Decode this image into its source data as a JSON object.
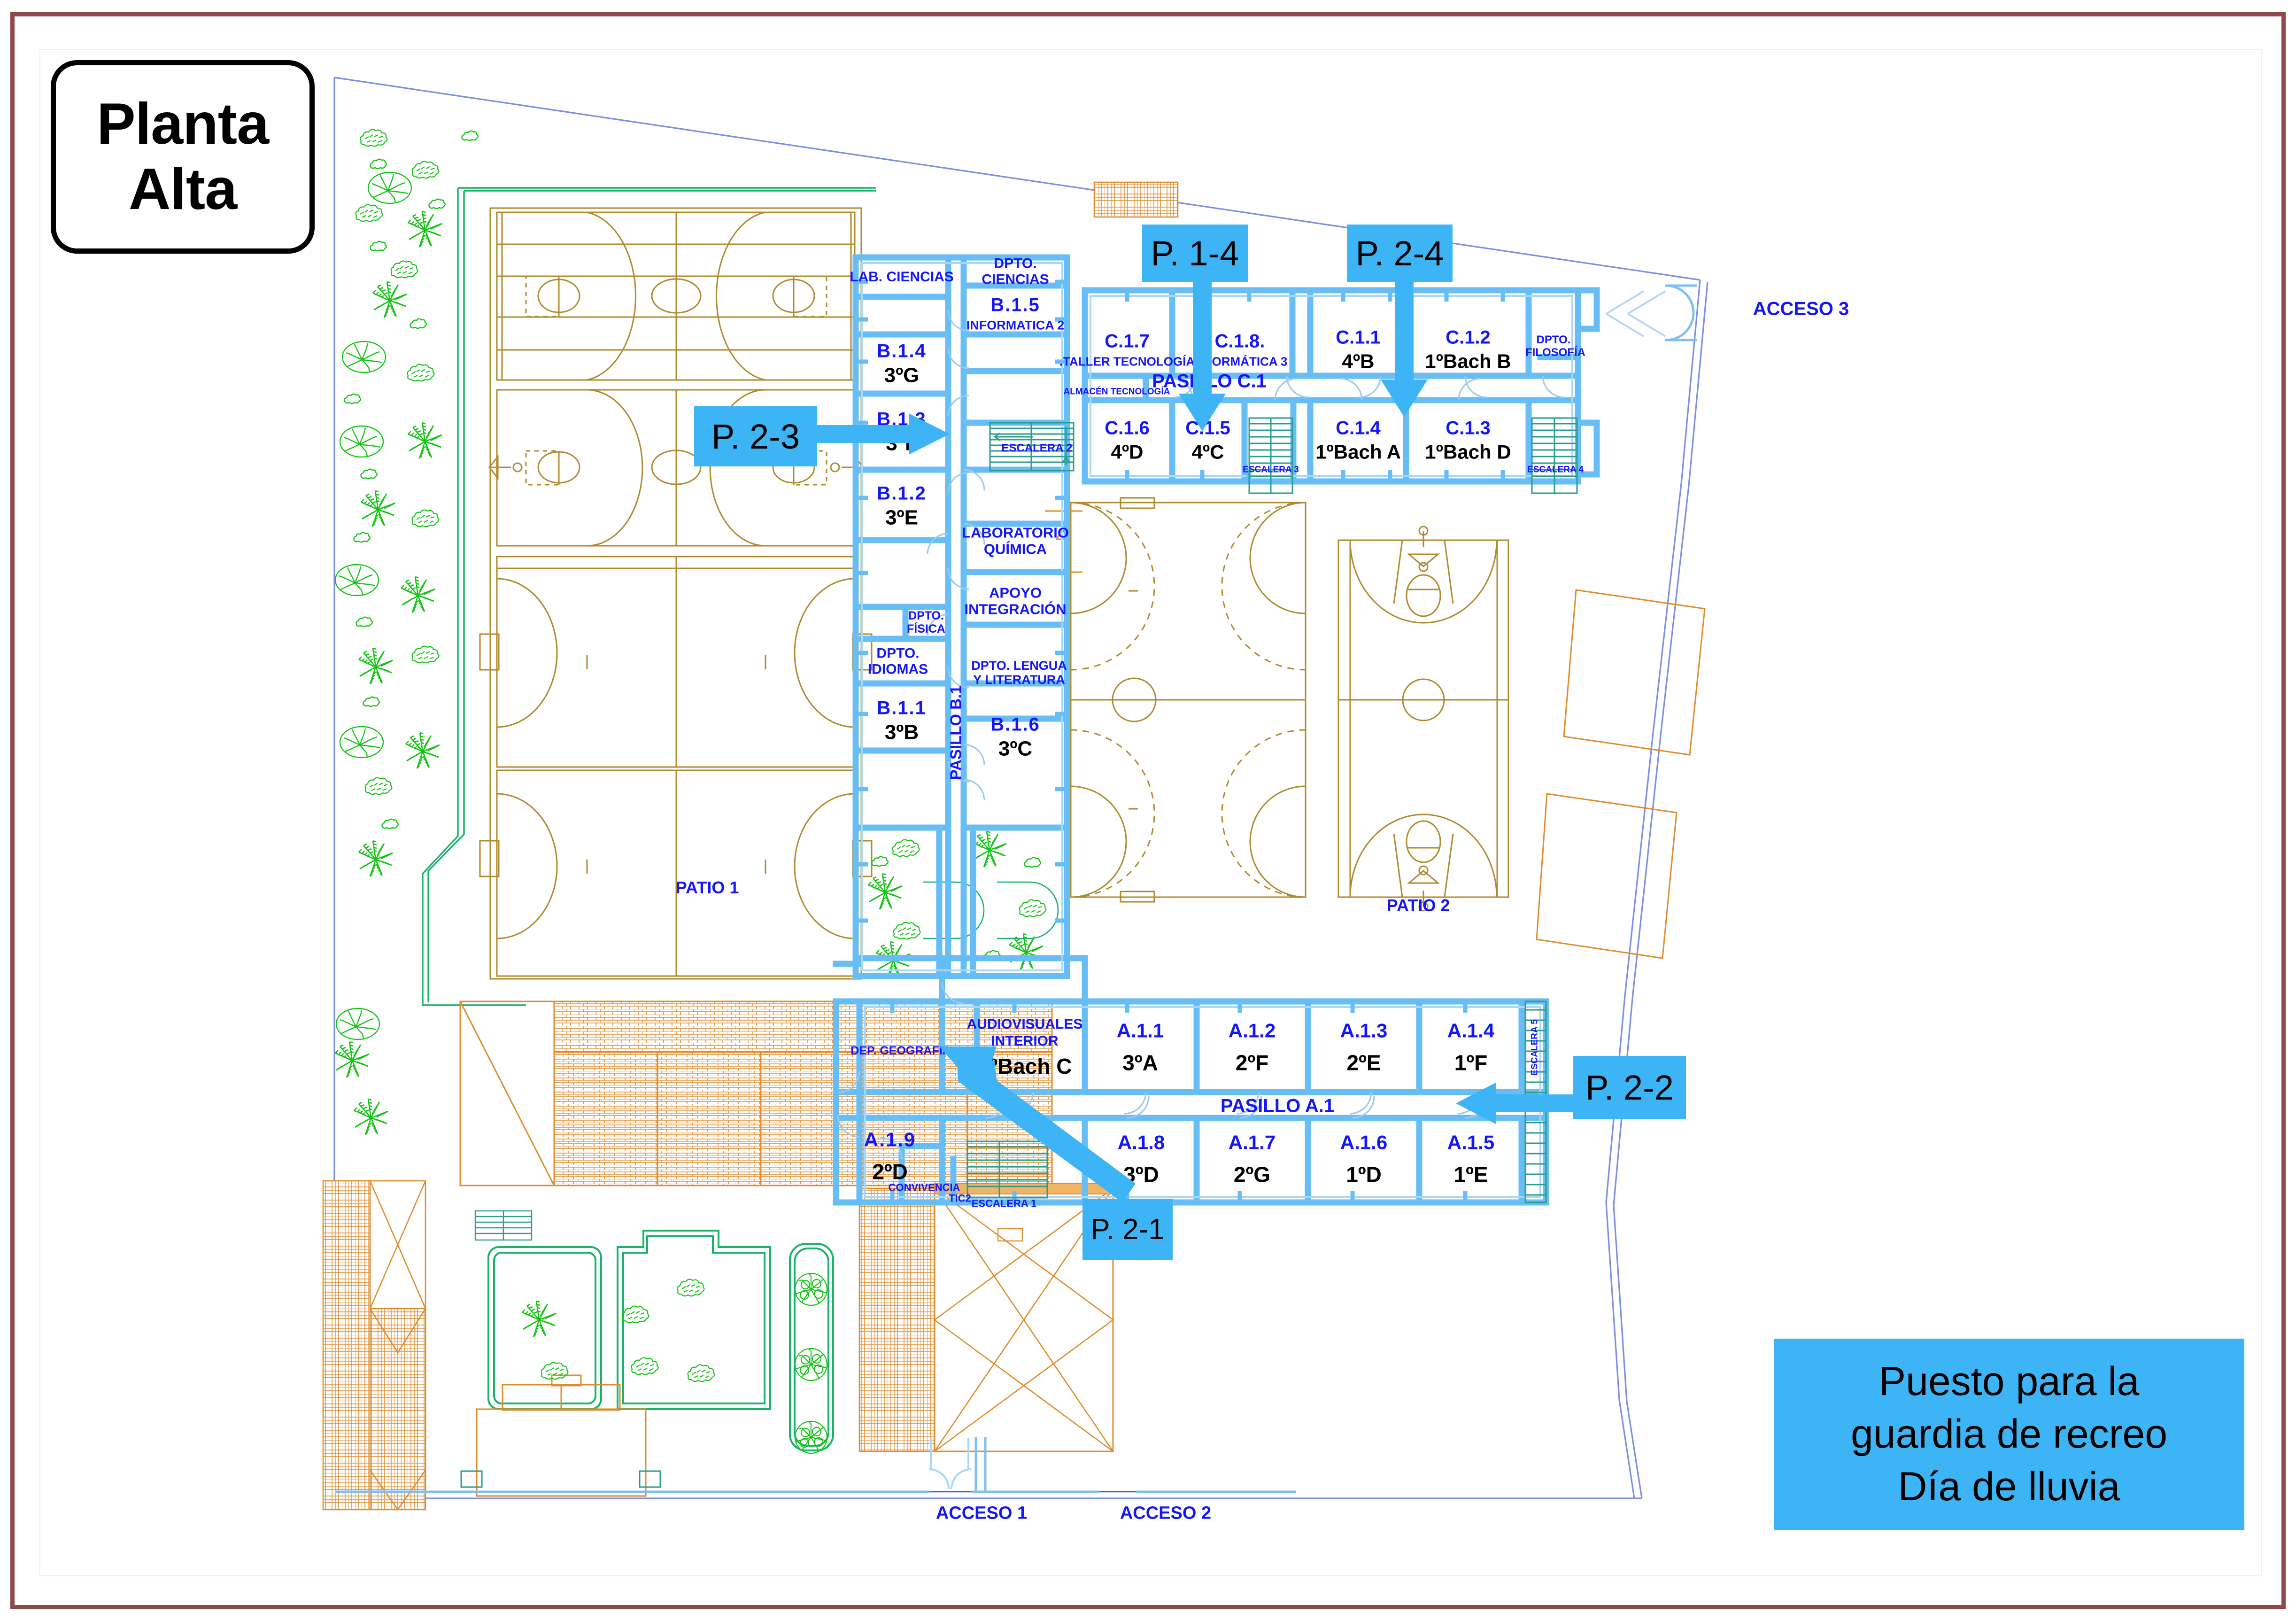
{
  "title_card": {
    "line1": "Planta",
    "line2": "Alta"
  },
  "legend": {
    "line1": "Puesto para la",
    "line2": "guardia de recreo",
    "line3": "Día de lluvia",
    "color": "#3cb4f5"
  },
  "colors": {
    "frame_border": "#8e4a4a",
    "wall_blue": "#67bdf5",
    "text_blue": "#1414ff",
    "site_orange": "#d98d2b",
    "vegetation_green": "#15c415",
    "stairs_teal": "#2a9d8f",
    "callout_blue": "#3cb4f5",
    "thin_line_blue": "#7a8fe0"
  },
  "callouts": [
    {
      "id": "p14",
      "label": "P. 1-4"
    },
    {
      "id": "p24",
      "label": "P. 2-4"
    },
    {
      "id": "p23",
      "label": "P. 2-3"
    },
    {
      "id": "p22",
      "label": "P. 2-2"
    },
    {
      "id": "p21",
      "label": "P. 2-1"
    }
  ],
  "accesses": [
    {
      "id": "acceso1",
      "label": "ACCESO 1"
    },
    {
      "id": "acceso2",
      "label": "ACCESO 2"
    },
    {
      "id": "acceso3",
      "label": "ACCESO 3"
    }
  ],
  "patios": [
    {
      "id": "patio1",
      "label": "PATIO 1"
    },
    {
      "id": "patio2",
      "label": "PATIO 2"
    }
  ],
  "corridors": [
    {
      "id": "pasillo_c1",
      "label": "PASILLO C.1"
    },
    {
      "id": "pasillo_b1",
      "label": "PASILLO B.1"
    },
    {
      "id": "pasillo_a1",
      "label": "PASILLO A.1"
    }
  ],
  "block_c": {
    "name": "C.1",
    "rooms_top": [
      {
        "code": "C.1.7",
        "group": ".TALLER TECNOLOGÍA",
        "group_small": true
      },
      {
        "code": "C.1.8.",
        "group": "INFORMÁTICA 3",
        "group_small": true
      },
      {
        "code": "C.1.1",
        "group": "4ºB"
      },
      {
        "code": "C.1.2",
        "group": "1ºBach B"
      }
    ],
    "rooms_bottom": [
      {
        "code": "C.1.6",
        "group": "4ºD"
      },
      {
        "code": "C.1.5",
        "group": "4ºC"
      },
      {
        "code": "C.1.4",
        "group": "1ºBach A"
      },
      {
        "code": "C.1.3",
        "group": "1ºBach D"
      }
    ],
    "extras": [
      {
        "label": "DPTO.\nFILOSOFÍA",
        "id": "dpto-filosofia"
      },
      {
        "label": "ALMACÉN TECNOLOGÍA",
        "id": "almacen-tecnologia"
      },
      {
        "label": "ESCALERA 3",
        "id": "escalera-3"
      },
      {
        "label": "ESCALERA 4",
        "id": "escalera-4"
      }
    ]
  },
  "block_b": {
    "name": "B.1",
    "rooms_left": [
      {
        "code": "LAB. CIENCIAS",
        "group": "",
        "header_only": true
      },
      {
        "code": "B.1.4",
        "group": "3ºG"
      },
      {
        "code": "B.1.3",
        "group": "3ºF"
      },
      {
        "code": "B.1.2",
        "group": "3ºE"
      },
      {
        "code": "DPTO.\nFÍSICA",
        "group": "",
        "header_only": true
      },
      {
        "code": "DPTO.\nIDIOMAS",
        "group": "",
        "header_only": true
      },
      {
        "code": "B.1.1",
        "group": "3ºB"
      }
    ],
    "rooms_right": [
      {
        "code": "DPTO.\nCIENCIAS",
        "group": "",
        "header_only": true
      },
      {
        "code": "B.1.5",
        "group": "INFORMATICA 2",
        "group_small": true
      },
      {
        "code": "ESCALERA 2",
        "group": "",
        "header_only": true
      },
      {
        "code": "LABORATORIO\nQUÍMICA",
        "group": "",
        "header_only": true
      },
      {
        "code": "APOYO\nINTEGRACIÓN",
        "group": "",
        "header_only": true
      },
      {
        "code": "DPTO. LENGUA\nY LITERATURA",
        "group": "",
        "header_only": true
      },
      {
        "code": "B.1.6",
        "group": "3ºC"
      }
    ]
  },
  "block_a": {
    "name": "A.1",
    "rooms_top": [
      {
        "code": "AUDIOVISUALES\nINTERIOR",
        "group": "1ºBach C",
        "group_small": false
      },
      {
        "code": "A.1.1",
        "group": "3ºA"
      },
      {
        "code": "A.1.2",
        "group": "2ºF"
      },
      {
        "code": "A.1.3",
        "group": "2ºE"
      },
      {
        "code": "A.1.4",
        "group": "1ºF"
      }
    ],
    "rooms_bottom": [
      {
        "code": "A.1.8",
        "group": "3ºD"
      },
      {
        "code": "A.1.7",
        "group": "2ºG"
      },
      {
        "code": "A.1.6",
        "group": "1ºD"
      },
      {
        "code": "A.1.5",
        "group": "1ºE"
      }
    ],
    "extras": [
      {
        "label": "DEP. GEOGRAFIA",
        "id": "dep-geografia"
      },
      {
        "label": "A.1.9",
        "id": "a19-code"
      },
      {
        "label": "2ºD",
        "id": "a19-group"
      },
      {
        "label": "CONVIVENCIA",
        "id": "convivencia"
      },
      {
        "label": "TIC2",
        "id": "tic2"
      },
      {
        "label": "ESCALERA 1",
        "id": "escalera-1"
      },
      {
        "label": "ESCALERA 5",
        "id": "escalera-5"
      }
    ]
  }
}
